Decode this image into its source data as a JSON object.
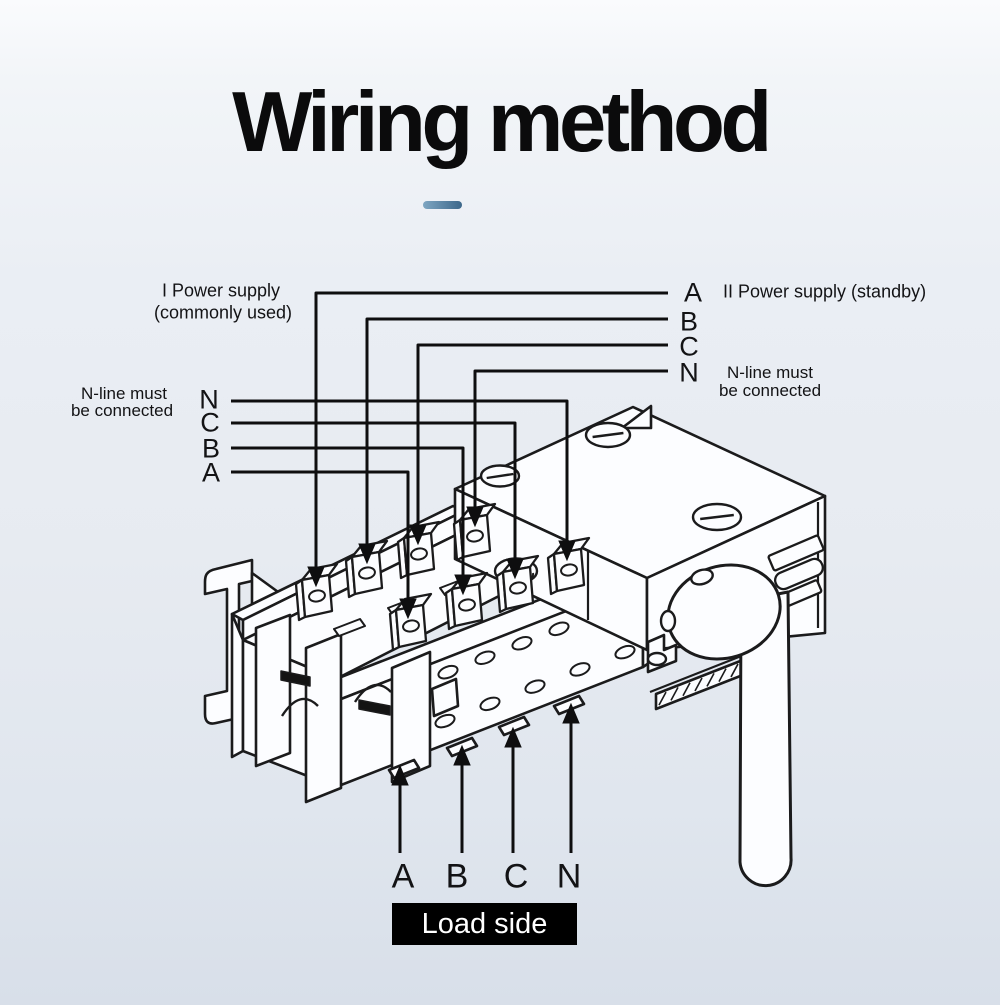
{
  "title": "Wiring method",
  "labels": {
    "source1_line1": "I Power supply",
    "source1_line2": "(commonly used)",
    "source2": "II Power supply (standby)",
    "n_note_line1": "N-line must",
    "n_note_line2": "be connected",
    "load": "Load side"
  },
  "terminals": {
    "source1": [
      "N",
      "C",
      "B",
      "A"
    ],
    "source2": [
      "A",
      "B",
      "C",
      "N"
    ],
    "load": [
      "A",
      "B",
      "C",
      "N"
    ]
  },
  "colors": {
    "accent_dash": "#4a7698",
    "line_art": "#1b1b1c",
    "wire": "#0e0e0f",
    "load_badge_bg": "#000000",
    "load_badge_text": "#ffffff"
  }
}
